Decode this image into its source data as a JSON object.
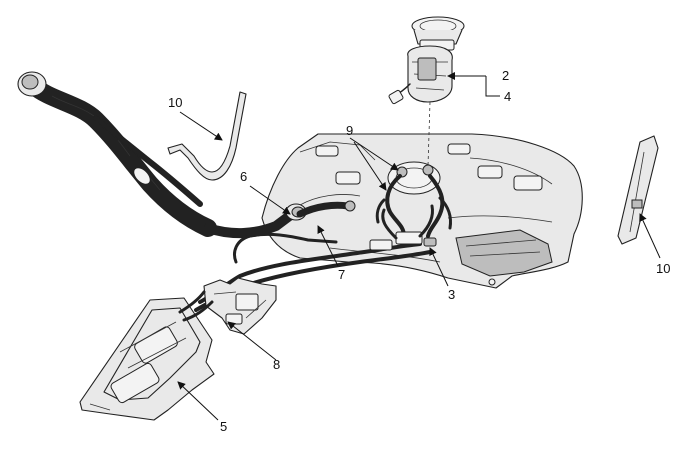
{
  "callouts": {
    "c2": "2",
    "c3": "3",
    "c4": "4",
    "c5": "5",
    "c6": "6",
    "c7": "7",
    "c8": "8",
    "c9": "9",
    "c10_left": "10",
    "c10_right": "10"
  }
}
